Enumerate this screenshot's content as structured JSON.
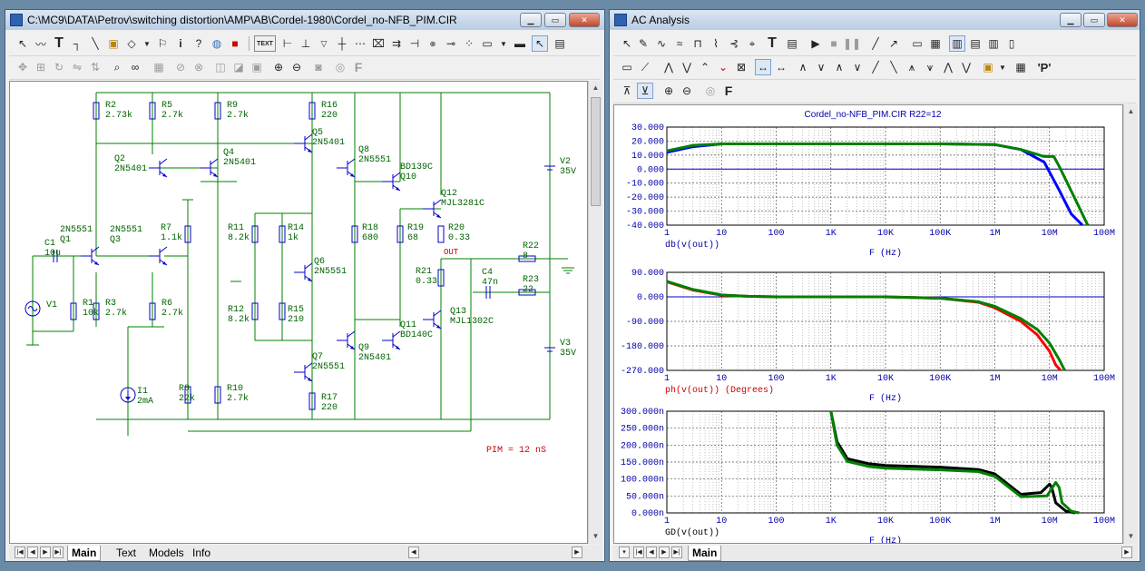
{
  "schematic_window": {
    "title": "C:\\MC9\\DATA\\Petrov\\switching distortion\\AMP\\AB\\Cordel-1980\\Cordel_no-NFB_PIM.CIR",
    "annotation": "PIM = 12 nS",
    "out_label": "OUT",
    "tool_labels": {
      "text_tool": "TEXT",
      "format_F": "F"
    },
    "tabs": [
      "Main",
      "Text",
      "Models",
      "Info"
    ],
    "components": {
      "R2": {
        "name": "R2",
        "value": "2.73k"
      },
      "R5": {
        "name": "R5",
        "value": "2.7k"
      },
      "R9": {
        "name": "R9",
        "value": "2.7k"
      },
      "R16": {
        "name": "R16",
        "value": "220"
      },
      "Q5": {
        "name": "Q5",
        "value": "2N5401"
      },
      "Q8": {
        "name": "Q8",
        "value": "2N5551"
      },
      "Q10": {
        "name": "Q10",
        "value": "BD139C"
      },
      "Q12": {
        "name": "Q12",
        "value": "MJL3281C"
      },
      "Q2": {
        "name": "Q2",
        "value": "2N5401"
      },
      "Q4": {
        "name": "Q4",
        "value": "2N5401"
      },
      "V2": {
        "name": "V2",
        "value": "35V"
      },
      "V3": {
        "name": "V3",
        "value": "35V"
      },
      "Q1": {
        "name": "Q1",
        "value": "2N5551"
      },
      "Q3": {
        "name": "Q3",
        "value": "2N5551"
      },
      "C1": {
        "name": "C1",
        "value": "10u"
      },
      "R7": {
        "name": "R7",
        "value": "1.1k"
      },
      "R11": {
        "name": "R11",
        "value": "8.2k"
      },
      "R14": {
        "name": "R14",
        "value": "1k"
      },
      "R18": {
        "name": "R18",
        "value": "680"
      },
      "R19": {
        "name": "R19",
        "value": "68"
      },
      "R20": {
        "name": "R20",
        "value": "0.33"
      },
      "R22": {
        "name": "R22",
        "value": "8"
      },
      "Q6": {
        "name": "Q6",
        "value": "2N5551"
      },
      "R21": {
        "name": "R21",
        "value": "0.33"
      },
      "C4": {
        "name": "C4",
        "value": "47n"
      },
      "R23": {
        "name": "R23",
        "value": "22"
      },
      "V1": {
        "name": "V1",
        "value": ""
      },
      "R1": {
        "name": "R1",
        "value": "10k"
      },
      "R3": {
        "name": "R3",
        "value": "2.7k"
      },
      "R6": {
        "name": "R6",
        "value": "2.7k"
      },
      "R12": {
        "name": "R12",
        "value": "8.2k"
      },
      "R15": {
        "name": "R15",
        "value": "210"
      },
      "Q13": {
        "name": "Q13",
        "value": "MJL1302C"
      },
      "Q11": {
        "name": "Q11",
        "value": "BD140C"
      },
      "Q9": {
        "name": "Q9",
        "value": "2N5401"
      },
      "Q7": {
        "name": "Q7",
        "value": "2N5551"
      },
      "I1": {
        "name": "I1",
        "value": "2mA"
      },
      "R8": {
        "name": "R8",
        "value": "22k"
      },
      "R10": {
        "name": "R10",
        "value": "2.7k"
      },
      "R17": {
        "name": "R17",
        "value": "220"
      }
    }
  },
  "analysis_window": {
    "title": "AC Analysis",
    "tool_labels": {
      "text_T": "T",
      "format_F": "F",
      "probe_P": "'P'"
    },
    "tabs": [
      "Main"
    ],
    "plot_title": "Cordel_no-NFB_PIM.CIR R22=12",
    "colors": {
      "trace_blue": "#0000ff",
      "trace_red": "#ff0000",
      "trace_green": "#008000",
      "trace_black": "#000000",
      "axis_text": "#0000aa"
    }
  },
  "chart_data": [
    {
      "type": "line",
      "title": "Cordel_no-NFB_PIM.CIR R22=12",
      "xlabel": "F (Hz)",
      "ylabel": "db(v(out))",
      "x_scale": "log",
      "xlim": [
        1,
        100000000
      ],
      "ylim": [
        -40,
        30
      ],
      "x_ticks": [
        "1",
        "10",
        "100",
        "1K",
        "10K",
        "100K",
        "1M",
        "10M",
        "100M"
      ],
      "y_ticks": [
        "30.000",
        "20.000",
        "10.000",
        "0.000",
        "-10.000",
        "-20.000",
        "-30.000",
        "-40.000"
      ],
      "grid": true,
      "series": [
        {
          "color": "#0000ff",
          "x": [
            1,
            3,
            10,
            100,
            1000,
            10000,
            100000,
            1000000,
            3000000,
            8000000,
            15000000,
            25000000,
            40000000
          ],
          "y": [
            12,
            16,
            18,
            18,
            18,
            18,
            18,
            17.5,
            14,
            5,
            -15,
            -32,
            -40
          ]
        },
        {
          "color": "#008000",
          "x": [
            1,
            3,
            10,
            100,
            1000,
            10000,
            100000,
            1000000,
            3000000,
            8000000,
            12000000,
            15000000,
            30000000,
            50000000
          ],
          "y": [
            13,
            17,
            18,
            18,
            18,
            18,
            18,
            17.5,
            14,
            9,
            9,
            2,
            -22,
            -40
          ]
        }
      ]
    },
    {
      "type": "line",
      "xlabel": "F (Hz)",
      "ylabel": "ph(v(out)) (Degrees)",
      "x_scale": "log",
      "xlim": [
        1,
        100000000
      ],
      "ylim": [
        -270,
        90
      ],
      "x_ticks": [
        "1",
        "10",
        "100",
        "1K",
        "10K",
        "100K",
        "1M",
        "10M",
        "100M"
      ],
      "y_ticks": [
        "90.000",
        "0.000",
        "-90.000",
        "-180.000",
        "-270.000"
      ],
      "grid": true,
      "series": [
        {
          "color": "#ff0000",
          "x": [
            1,
            3,
            10,
            30,
            100,
            10000,
            100000,
            500000,
            1000000,
            3000000,
            6000000,
            10000000,
            13000000,
            16000000
          ],
          "y": [
            55,
            25,
            6,
            2,
            0,
            0,
            -5,
            -20,
            -40,
            -90,
            -140,
            -200,
            -250,
            -280
          ]
        },
        {
          "color": "#008000",
          "x": [
            1,
            3,
            10,
            30,
            100,
            10000,
            100000,
            500000,
            1000000,
            3000000,
            6000000,
            10000000,
            15000000,
            19000000
          ],
          "y": [
            57,
            27,
            7,
            2,
            0,
            0,
            -5,
            -18,
            -35,
            -80,
            -120,
            -170,
            -230,
            -280
          ]
        }
      ]
    },
    {
      "type": "line",
      "xlabel": "F (Hz)",
      "ylabel": "GD(v(out))",
      "x_scale": "log",
      "xlim": [
        1,
        100000000
      ],
      "ylim": [
        0,
        300
      ],
      "x_ticks": [
        "1",
        "10",
        "100",
        "1K",
        "10K",
        "100K",
        "1M",
        "10M",
        "100M"
      ],
      "y_ticks": [
        "300.000n",
        "250.000n",
        "200.000n",
        "150.000n",
        "100.000n",
        "50.000n",
        "0.000n"
      ],
      "grid": true,
      "series": [
        {
          "color": "#000000",
          "x": [
            1000,
            1300,
            2000,
            5000,
            10000,
            100000,
            500000,
            1000000,
            3000000,
            7000000,
            10000000,
            11000000,
            13000000,
            20000000,
            30000000
          ],
          "y": [
            300,
            210,
            160,
            145,
            140,
            135,
            128,
            115,
            55,
            60,
            85,
            75,
            30,
            5,
            0
          ]
        },
        {
          "color": "#008000",
          "x": [
            1000,
            1300,
            2000,
            5000,
            10000,
            100000,
            500000,
            1000000,
            3000000,
            9000000,
            13000000,
            15000000,
            17000000,
            25000000,
            35000000
          ],
          "y": [
            300,
            200,
            152,
            137,
            132,
            127,
            122,
            108,
            48,
            50,
            90,
            75,
            30,
            5,
            0
          ]
        }
      ]
    }
  ]
}
